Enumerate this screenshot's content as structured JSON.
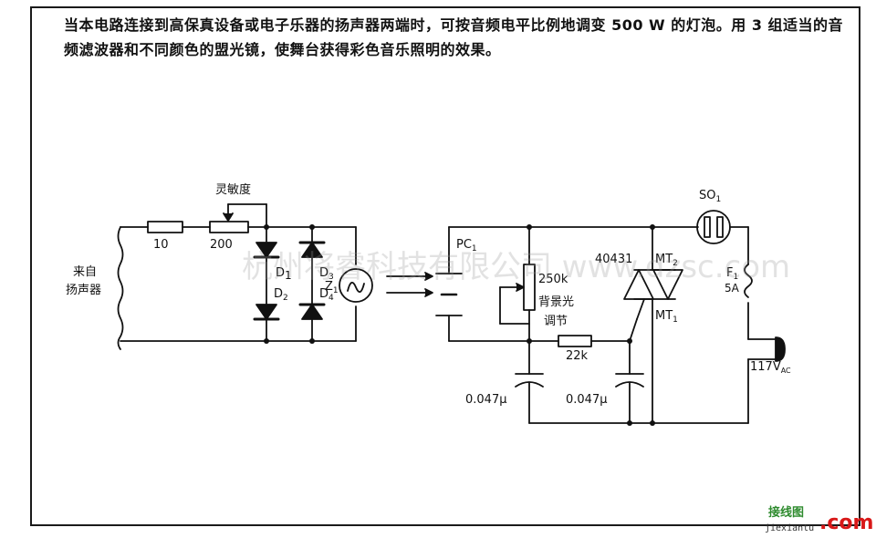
{
  "description": "当本电路连接到高保真设备或电子乐器的扬声器两端时，可按音频电平比例地调变 500 W 的灯泡。用 3 组适当的音频滤波器和不同颜色的盟光镜，使舞台获得彩色音乐照明的效果。",
  "labels": {
    "sensitivity": "灵敏度",
    "r1": "10",
    "r2": "200",
    "source_line1": "来自",
    "source_line2": "扬声器",
    "d1": "D",
    "d2": "D",
    "d3": "D",
    "d4": "D",
    "z1": "Z",
    "pc1": "PC",
    "pot": "250k",
    "bg_line1": "背景光",
    "bg_line2": "调节",
    "r3": "22k",
    "c1": "0.047μ",
    "c2": "0.047μ",
    "triac": "40431",
    "mt2": "MT",
    "mt1": "MT",
    "so1": "SO",
    "f1": "F",
    "fuse_rating": "5A",
    "mains": "117V"
  },
  "subscripts": {
    "d1": "1",
    "d2": "2",
    "d3": "3",
    "d4": "4",
    "z1": "1",
    "pc1": "1",
    "mt2": "2",
    "mt1": "1",
    "so1": "1",
    "f1": "1",
    "mains": "AC"
  },
  "watermark": "杭州将睿科技有限公司 www.dzsc.com",
  "logo": {
    "cn": "接线图",
    "com": ".com",
    "domain": "jiexiantu"
  }
}
